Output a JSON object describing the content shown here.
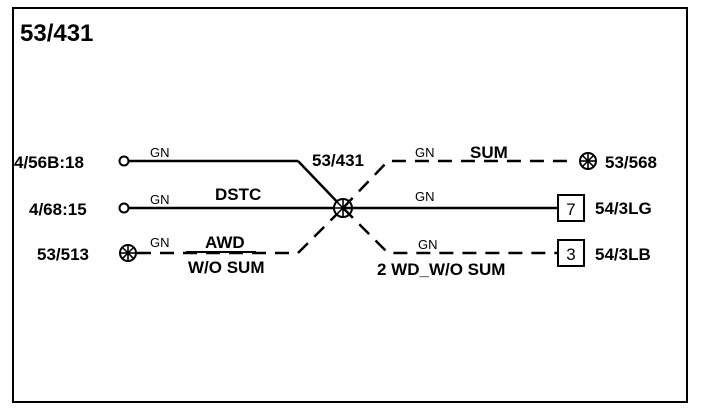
{
  "diagram": {
    "title": "53/431",
    "hub_label": "53/431",
    "left_connections": [
      {
        "endpoint": "4/56B:18",
        "wire_color": "GN",
        "condition": ""
      },
      {
        "endpoint": "4/68:15",
        "wire_color": "GN",
        "condition": "DSTC"
      },
      {
        "endpoint": "53/513",
        "wire_color": "GN",
        "condition_line1": "AWD",
        "condition_line2": "W/O SUM"
      }
    ],
    "right_connections": [
      {
        "endpoint": "53/568",
        "wire_color": "GN",
        "condition": "SUM"
      },
      {
        "endpoint": "54/3LG",
        "pin": "7",
        "wire_color": "GN",
        "condition": ""
      },
      {
        "endpoint": "54/3LB",
        "pin": "3",
        "wire_color": "GN",
        "condition": "2 WD_W/O SUM"
      }
    ]
  }
}
